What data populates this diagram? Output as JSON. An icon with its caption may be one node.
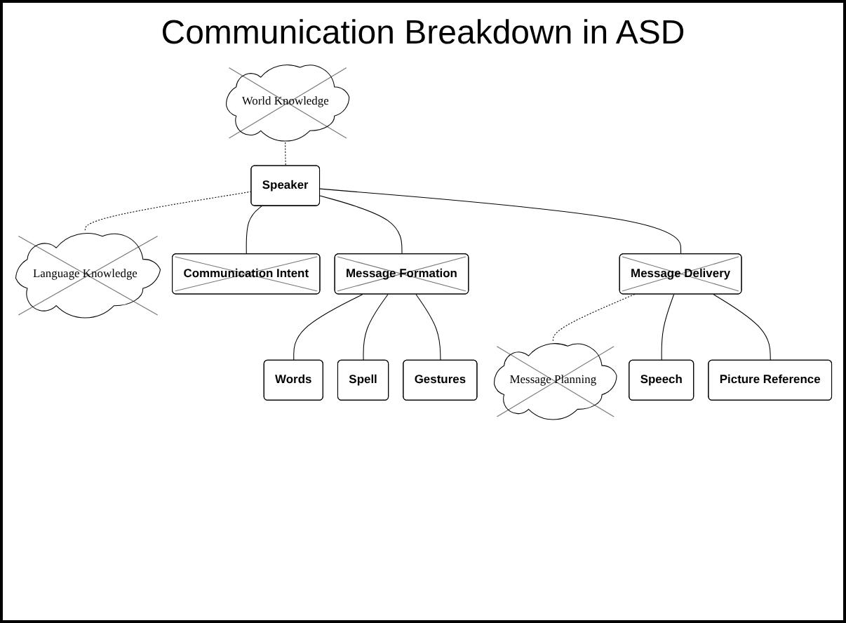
{
  "diagram": {
    "title": "Communication Breakdown in ASD",
    "nodes": [
      {
        "text": [
          "World Knowledge"
        ]
      },
      {
        "text": [
          "Speaker"
        ]
      },
      {
        "text": [
          "Message Planning"
        ]
      },
      {
        "text": [
          "Language Knowledge"
        ]
      },
      {
        "text": [
          "Communication Intent"
        ]
      },
      {
        "text": [
          "Message Formation"
        ]
      },
      {
        "text": [
          "Message Delivery"
        ]
      },
      {
        "text": [
          "Words"
        ]
      },
      {
        "text": [
          "Gestures"
        ]
      },
      {
        "text": [
          "Spell"
        ]
      },
      {
        "text": [
          "Speech"
        ]
      },
      {
        "text": [
          "Picture Reference"
        ]
      }
    ],
    "edges": [
      {
        "from": 0,
        "to": 1,
        "arrow": "none",
        "style": "dashed"
      },
      {
        "from": 1,
        "to": 3,
        "arrow": "none",
        "style": "dashed"
      },
      {
        "from": 1,
        "to": 4,
        "arrow": "none"
      },
      {
        "from": 1,
        "to": 5,
        "arrow": "none"
      },
      {
        "from": 1,
        "to": 6,
        "arrow": "none"
      },
      {
        "from": 6,
        "to": 2,
        "arrow": "none",
        "style": "dashed"
      },
      {
        "from": 5,
        "to": 7,
        "arrow": "none"
      },
      {
        "from": 5,
        "to": 9,
        "arrow": "none"
      },
      {
        "from": 5,
        "to": 8,
        "arrow": "none"
      },
      {
        "from": 6,
        "to": 10,
        "arrow": "none"
      },
      {
        "from": 6,
        "to": 11,
        "arrow": "none"
      }
    ]
  }
}
